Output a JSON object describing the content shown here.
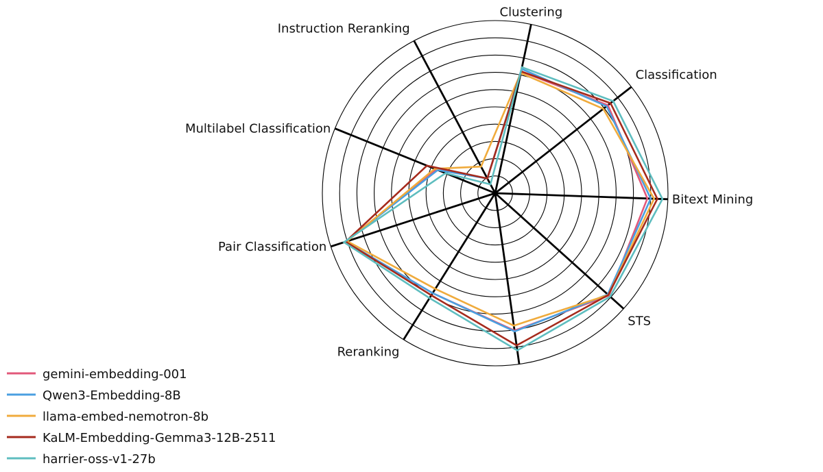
{
  "chart_data": {
    "type": "radar",
    "title": "",
    "axes": [
      "Clustering",
      "Classification",
      "Bitext Mining",
      "STS",
      "",
      "Reranking",
      "Pair Classification",
      "Multilabel Classification",
      "Instruction Reranking"
    ],
    "rlim": [
      0,
      1
    ],
    "grid": true,
    "legend_position": "bottom-left",
    "series": [
      {
        "name": "gemini-embedding-001",
        "color": "#e2587a",
        "values": [
          0.745,
          0.855,
          0.91,
          0.915,
          0.83,
          0.705,
          0.94,
          0.38,
          0.1
        ]
      },
      {
        "name": "Qwen3-Embedding-8B",
        "color": "#4a9fe0",
        "values": [
          0.76,
          0.845,
          0.93,
          0.905,
          0.835,
          0.705,
          0.94,
          0.37,
          0.1
        ]
      },
      {
        "name": "llama-embed-nemotron-8b",
        "color": "#f0ab3c",
        "values": [
          0.735,
          0.82,
          0.95,
          0.91,
          0.8,
          0.675,
          0.93,
          0.39,
          0.18
        ]
      },
      {
        "name": "KaLM-Embedding-Gemma3-12B-2511",
        "color": "#a52a1c",
        "values": [
          0.745,
          0.875,
          0.97,
          0.91,
          0.92,
          0.72,
          0.94,
          0.44,
          0.1
        ]
      },
      {
        "name": "harrier-oss-v1-27b",
        "color": "#5ebdbf",
        "values": [
          0.77,
          0.895,
          1.0,
          0.925,
          0.95,
          0.74,
          0.95,
          0.32,
          0.06
        ]
      }
    ]
  }
}
